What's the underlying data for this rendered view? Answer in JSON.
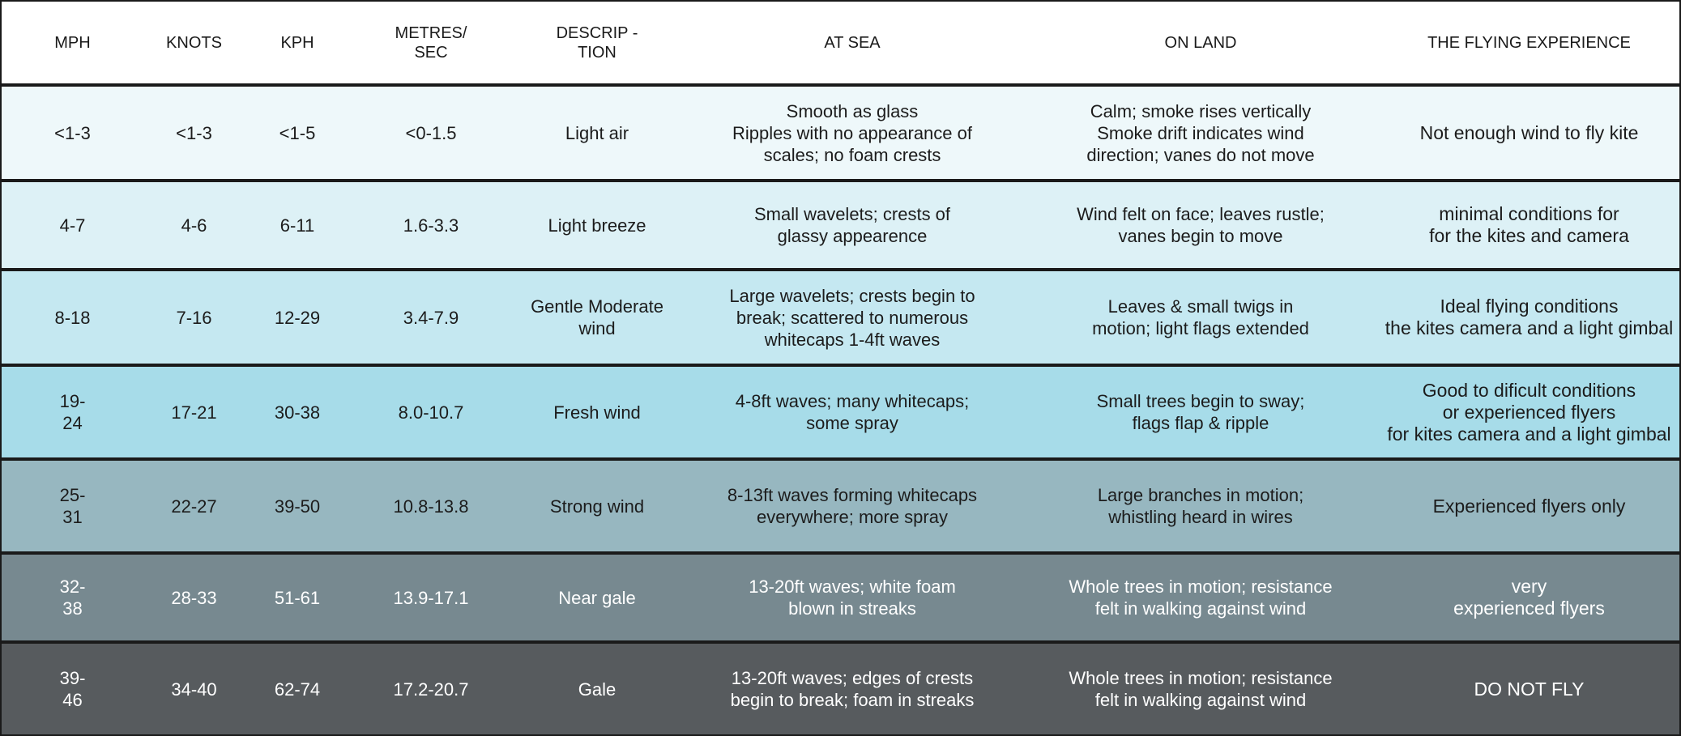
{
  "headers": [
    "MPH",
    "KNOTS",
    "KPH",
    "METRES/\nSEC",
    "DESCRIP   -\nTION",
    "AT SEA",
    "ON LAND",
    "THE FLYING EXPERIENCE"
  ],
  "rows": [
    {
      "bg": "#eef8fa",
      "fg": "#1c1c1c",
      "mph": "<1-3",
      "knots": "<1-3",
      "kph": "<1-5",
      "ms": "<0-1.5",
      "description": "Light air",
      "sea": "Smooth as glass\nRipples with no appearance of\nscales; no foam crests",
      "land": "Calm; smoke rises vertically\nSmoke drift indicates wind\ndirection; vanes do not move",
      "flying": "Not enough wind to fly kite"
    },
    {
      "bg": "#ddf1f6",
      "fg": "#1c1c1c",
      "mph": "4-7",
      "knots": "4-6",
      "kph": "6-11",
      "ms": "1.6-3.3",
      "description": "Light breeze",
      "sea": "Small wavelets; crests of\nglassy appearence",
      "land": "Wind felt on face; leaves rustle;\nvanes begin to move",
      "flying": "minimal conditions for\nfor the kites and camera"
    },
    {
      "bg": "#c5e8f1",
      "fg": "#1c1c1c",
      "mph": "8-18",
      "knots": "7-16",
      "kph": "12-29",
      "ms": "3.4-7.9",
      "description": "Gentle Moderate\nwind",
      "sea": "Large wavelets; crests begin to\nbreak; scattered to numerous\nwhitecaps 1-4ft waves",
      "land": "Leaves & small twigs in\nmotion; light flags extended",
      "flying": "Ideal flying conditions\nthe kites camera and a light gimbal"
    },
    {
      "bg": "#a7dce9",
      "fg": "#1c1c1c",
      "mph": "19-\n24",
      "knots": "17-21",
      "kph": "30-38",
      "ms": "8.0-10.7",
      "description": "Fresh wind",
      "sea": "4-8ft waves; many whitecaps;\nsome spray",
      "land": "Small trees begin to sway;\nflags flap & ripple",
      "flying": "Good to dificult conditions\nor experienced flyers\nfor kites camera and a light gimbal"
    },
    {
      "bg": "#97b7c0",
      "fg": "#1c1c1c",
      "mph": "25-\n31",
      "knots": "22-27",
      "kph": "39-50",
      "ms": "10.8-13.8",
      "description": "Strong wind",
      "sea": "8-13ft waves forming whitecaps\neverywhere; more spray",
      "land": "Large branches in motion;\nwhistling heard in wires",
      "flying": "Experienced flyers only"
    },
    {
      "bg": "#778990",
      "fg": "#ffffff",
      "mph": "32-\n38",
      "knots": "28-33",
      "kph": "51-61",
      "ms": "13.9-17.1",
      "description": "Near gale",
      "sea": "13-20ft waves; white foam\nblown in streaks",
      "land": "Whole trees in motion; resistance\nfelt in walking against wind",
      "flying": "very\nexperienced flyers"
    },
    {
      "bg": "#575b5e",
      "fg": "#ffffff",
      "mph": "39-\n46",
      "knots": "34-40",
      "kph": "62-74",
      "ms": "17.2-20.7",
      "description": "Gale",
      "sea": "13-20ft waves; edges of crests\nbegin to break; foam in streaks",
      "land": "Whole trees in motion; resistance\nfelt in walking against wind",
      "flying": "DO NOT FLY"
    }
  ]
}
